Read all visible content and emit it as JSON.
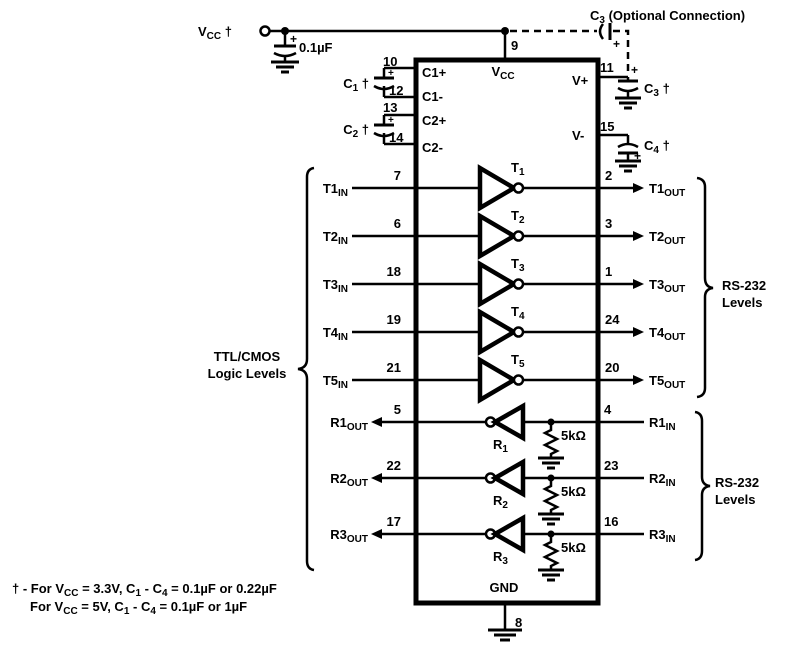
{
  "colors": {
    "ink": "#000000",
    "background": "#ffffff"
  },
  "symbols": {
    "plus": "+"
  },
  "power": {
    "vcc_input": {
      "main": "V",
      "sub": "CC",
      "suffix": " †"
    },
    "bypass_cap_value": "0.1µF",
    "pin9": "9",
    "vcc_pin_label": {
      "main": "V",
      "sub": "CC"
    },
    "c3_note": {
      "main": "C",
      "sub": "3",
      "rest": " (Optional Connection)"
    },
    "vplus": {
      "pin": "11",
      "label": "V+"
    },
    "c3": {
      "main": "C",
      "sub": "3",
      "suffix": " †"
    },
    "vminus": {
      "pin": "15",
      "label": "V-"
    },
    "c4": {
      "main": "C",
      "sub": "4",
      "suffix": " †"
    },
    "gnd": {
      "label": "GND",
      "pin": "8"
    }
  },
  "flying_caps": {
    "c1": {
      "label": {
        "main": "C",
        "sub": "1",
        "suffix": " †"
      },
      "pin_a": "10",
      "pin_b": "12",
      "pad_a": "C1+",
      "pad_b": "C1-"
    },
    "c2": {
      "label": {
        "main": "C",
        "sub": "2",
        "suffix": " †"
      },
      "pin_a": "13",
      "pin_b": "14",
      "pad_a": "C2+",
      "pad_b": "C2-"
    }
  },
  "transmitters": [
    {
      "name": {
        "main": "T",
        "sub": "1"
      },
      "in_pin": "7",
      "out_pin": "2",
      "in_label": {
        "main": "T1",
        "sub": "IN"
      },
      "out_label": {
        "main": "T1",
        "sub": "OUT"
      }
    },
    {
      "name": {
        "main": "T",
        "sub": "2"
      },
      "in_pin": "6",
      "out_pin": "3",
      "in_label": {
        "main": "T2",
        "sub": "IN"
      },
      "out_label": {
        "main": "T2",
        "sub": "OUT"
      }
    },
    {
      "name": {
        "main": "T",
        "sub": "3"
      },
      "in_pin": "18",
      "out_pin": "1",
      "in_label": {
        "main": "T3",
        "sub": "IN"
      },
      "out_label": {
        "main": "T3",
        "sub": "OUT"
      }
    },
    {
      "name": {
        "main": "T",
        "sub": "4"
      },
      "in_pin": "19",
      "out_pin": "24",
      "in_label": {
        "main": "T4",
        "sub": "IN"
      },
      "out_label": {
        "main": "T4",
        "sub": "OUT"
      }
    },
    {
      "name": {
        "main": "T",
        "sub": "5"
      },
      "in_pin": "21",
      "out_pin": "20",
      "in_label": {
        "main": "T5",
        "sub": "IN"
      },
      "out_label": {
        "main": "T5",
        "sub": "OUT"
      }
    }
  ],
  "receivers": [
    {
      "name": {
        "main": "R",
        "sub": "1"
      },
      "out_pin": "5",
      "in_pin": "4",
      "out_label": {
        "main": "R1",
        "sub": "OUT"
      },
      "in_label": {
        "main": "R1",
        "sub": "IN"
      },
      "resistor": "5kΩ"
    },
    {
      "name": {
        "main": "R",
        "sub": "2"
      },
      "out_pin": "22",
      "in_pin": "23",
      "out_label": {
        "main": "R2",
        "sub": "OUT"
      },
      "in_label": {
        "main": "R2",
        "sub": "IN"
      },
      "resistor": "5kΩ"
    },
    {
      "name": {
        "main": "R",
        "sub": "3"
      },
      "out_pin": "17",
      "in_pin": "16",
      "out_label": {
        "main": "R3",
        "sub": "OUT"
      },
      "in_label": {
        "main": "R3",
        "sub": "IN"
      },
      "resistor": "5kΩ"
    }
  ],
  "annotations": {
    "left_group": {
      "line1": "TTL/CMOS",
      "line2": "Logic Levels"
    },
    "right_group_top": {
      "line1": "RS-232",
      "line2": "Levels"
    },
    "right_group_bottom": {
      "line1": "RS-232",
      "line2": "Levels"
    },
    "footnote": {
      "l1": {
        "a": "† - For V",
        "b": "CC",
        "c": " = 3.3V, C",
        "d": "1",
        "e": " - C",
        "f": "4",
        "g": " = 0.1µF or 0.22µF"
      },
      "l2": {
        "a": "For V",
        "b": "CC",
        "c": " = 5V, C",
        "d": "1",
        "e": " - C",
        "f": "4",
        "g": " = 0.1µF or 1µF"
      }
    }
  }
}
